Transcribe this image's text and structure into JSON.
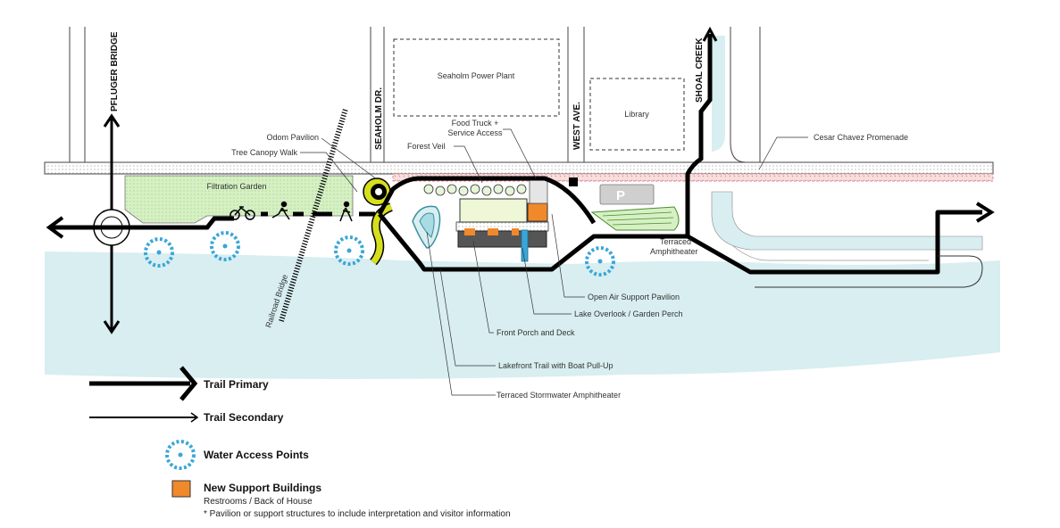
{
  "map": {
    "roads": {
      "pfluger": "PFLUGER BRIDGE",
      "seaholm_dr": "SEAHOLM DR.",
      "west_ave": "WEST AVE.",
      "shoal_creek": "SHOAL CREEK",
      "railroad": "Railroad Bridge"
    },
    "places": {
      "power_plant": "Seaholm Power Plant",
      "library": "Library",
      "filtration": "Filtration Garden",
      "terraced_amph_1": "Terraced",
      "terraced_amph_2": "Amphitheater",
      "parking": "P"
    },
    "callouts": {
      "odom": "Odom Pavilion",
      "tree_canopy": "Tree Canopy Walk",
      "forest_veil": "Forest Veil",
      "food_truck_1": "Food Truck +",
      "food_truck_2": "Service Access",
      "cesar": "Cesar Chavez Promenade",
      "open_air": "Open Air Support Pavilion",
      "lake_overlook": "Lake Overlook / Garden Perch",
      "front_porch": "Front Porch and Deck",
      "lakefront": "Lakefront Trail with Boat Pull-Up",
      "stormwater": "Terraced Stormwater Amphitheater"
    },
    "colors": {
      "water": "#d8eef1",
      "garden": "#d6f0c4",
      "accent_yellow": "#d5df1e",
      "orange": "#f0892a",
      "blue": "#3aa6d8",
      "trail": "#000000",
      "promenade": "#f5d7d7"
    }
  },
  "legend": {
    "trail_primary": "Trail Primary",
    "trail_secondary": "Trail Secondary",
    "water_access": "Water Access Points",
    "support_buildings": "New Support Buildings",
    "support_sub1": "Restrooms / Back of House",
    "support_sub2": "* Pavilion or support structures to include interpretation and visitor information"
  }
}
